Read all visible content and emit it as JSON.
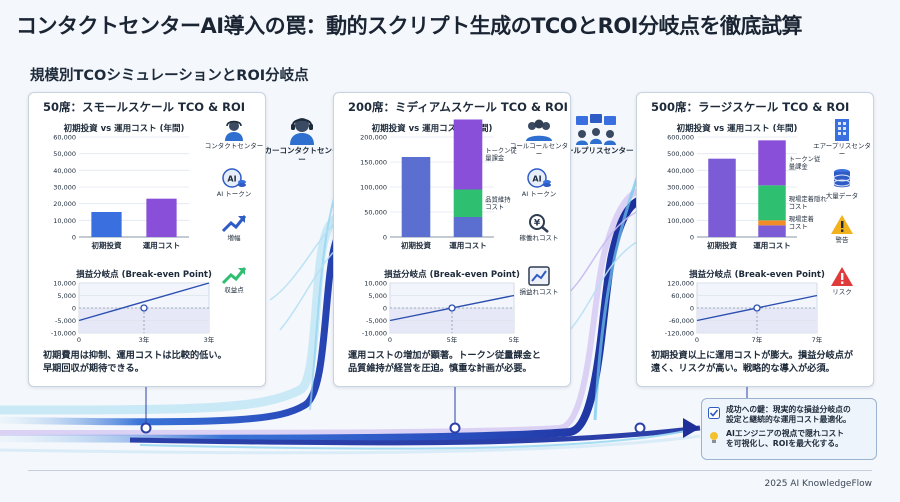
{
  "main_title": "コンタクトセンターAI導入の罠：動的スクリプト生成のTCOとROI分岐点を徹底試算",
  "section_title": "規模別TCOシミュレーションとROI分岐点",
  "colors": {
    "bar_initial": "#3a6fe0",
    "bar_operation": "#8a4fd8",
    "bar_token": "#8a4fd8",
    "bar_quality": "#2fbf71",
    "bar_base": "#5a6fd0",
    "bar_hidden": "#f28c28",
    "bar_market": "#7b5cd6",
    "line": "#2a4fb0",
    "flow_dark": "#1f3fa8",
    "flow_light": "#8fd4f0"
  },
  "floating_icons": [
    {
      "name": "call-center-icon",
      "label": "カーコンタクトセンター"
    },
    {
      "name": "enterprise-icon",
      "label": "エールプリスセンター"
    }
  ],
  "panels": [
    {
      "title": "50席：スモールスケール TCO & ROI",
      "desc": [
        "初期費用は抑制、運用コストは比較的低い。",
        "早期回収が期待できる。"
      ],
      "icons": [
        {
          "name": "headset-agent-icon",
          "label": "コンタクトセンター"
        },
        {
          "name": "ai-token-icon",
          "label": "AI トークン"
        },
        {
          "name": "growth-arrow-icon",
          "label": "増幅"
        },
        {
          "name": "profit-arrow-icon",
          "label": "収益点"
        }
      ]
    },
    {
      "title": "200席：ミディアムスケール TCO & ROI",
      "desc": [
        "運用コストの増加が顕著。トークン従量課金と",
        "品質維持が経営を圧迫。慎重な計画が必要。"
      ],
      "icons": [
        {
          "name": "team-agents-icon",
          "label": "コールコールセンター"
        },
        {
          "name": "ai-token-icon",
          "label": "AI トークン"
        },
        {
          "name": "hidden-cost-icon",
          "label": "稼働れコスト"
        },
        {
          "name": "loss-chart-icon",
          "label": "損益れコスト"
        }
      ]
    },
    {
      "title": "500席：ラージスケール TCO & ROI",
      "desc": [
        "初期投資以上に運用コストが膨大。損益分岐点が",
        "遠く、リスクが高い。戦略的な導入が必須。"
      ],
      "icons": [
        {
          "name": "building-icon",
          "label": "エアープリスセンター"
        },
        {
          "name": "database-icon",
          "label": "大量データ"
        },
        {
          "name": "warning-icon",
          "label": "警告"
        },
        {
          "name": "risk-icon",
          "label": "リスク"
        }
      ]
    }
  ],
  "callout": {
    "line1": "成功への鍵：現実的な損益分岐点の",
    "line2": "設定と継続的な運用コスト最適化。",
    "line3": "AIエンジニアの視点で隠れコスト",
    "line4": "を可視化し、ROIを最大化する。"
  },
  "footer": "2025 AI KnowledgeFlow",
  "chart_data": [
    {
      "type": "bar",
      "title": "初期投資 vs 運用コスト (年間)",
      "categories": [
        "初期投資",
        "運用コスト"
      ],
      "values": [
        15000,
        23000
      ],
      "ylim": [
        0,
        60000
      ],
      "yticks": [
        "0",
        "10,000",
        "20,000",
        "30,000",
        "40,000",
        "50,000",
        "60,000"
      ],
      "grid": true
    },
    {
      "type": "line",
      "title": "損益分岐点 (Break-even Point)",
      "x": [
        0,
        3
      ],
      "y": [
        -5000,
        10000
      ],
      "xlim": [
        0,
        3
      ],
      "ylim": [
        -10000,
        10000
      ],
      "xticks": [
        "0",
        "3年",
        "3年"
      ],
      "yticks": [
        "-10,000",
        "-5,000",
        "0",
        "5,000",
        "10,000"
      ],
      "break_even_x": 1.5,
      "grid": true
    },
    {
      "type": "bar",
      "title": "初期投資 vs 運用コスト (年間)",
      "categories": [
        "初期投資",
        "運用コスト"
      ],
      "series": [
        {
          "values": [
            160000,
            40000
          ],
          "color": "bar_base"
        },
        {
          "label": "品質維持コスト",
          "values": [
            0,
            55000
          ],
          "color": "bar_quality"
        },
        {
          "label": "トークン従量課金",
          "values": [
            0,
            140000
          ],
          "color": "bar_token"
        }
      ],
      "ylim": [
        0,
        200000
      ],
      "yticks": [
        "0",
        "50,000",
        "100,000",
        "150,000",
        "200,000"
      ],
      "grid": true
    },
    {
      "type": "line",
      "title": "損益分岐点 (Break-even Point)",
      "x": [
        0,
        5
      ],
      "y": [
        -5000,
        5000
      ],
      "xlim": [
        0,
        5
      ],
      "ylim": [
        -10000,
        10000
      ],
      "xticks": [
        "0",
        "5年",
        "5年"
      ],
      "yticks": [
        "-10,000",
        "-5,000",
        "0",
        "5,000",
        "10,000"
      ],
      "break_even_x": 2.5,
      "grid": true
    },
    {
      "type": "bar",
      "title": "初期投資 vs 運用コスト (年間)",
      "categories": [
        "初期投資",
        "運用コスト"
      ],
      "series": [
        {
          "values": [
            470000,
            70000
          ],
          "color": "bar_market"
        },
        {
          "label": "現場定着コスト",
          "values": [
            0,
            30000
          ],
          "color": "bar_hidden"
        },
        {
          "label": "現場定着隠れコスト",
          "values": [
            0,
            210000
          ],
          "color": "bar_quality"
        },
        {
          "label": "トークン従量課金",
          "values": [
            0,
            270000
          ],
          "color": "bar_token"
        }
      ],
      "ylim": [
        0,
        600000
      ],
      "yticks": [
        "0",
        "100,000",
        "200,000",
        "300,000",
        "400,000",
        "500,000",
        "600,000"
      ],
      "grid": true
    },
    {
      "type": "line",
      "title": "損益分岐点 (Break-even Point)",
      "x": [
        0,
        7
      ],
      "y": [
        -60000,
        60000
      ],
      "xlim": [
        0,
        7
      ],
      "ylim": [
        -120000,
        120000
      ],
      "xticks": [
        "0",
        "7年",
        "7年"
      ],
      "yticks": [
        "-120,000",
        "-60,000",
        "0",
        "60,000",
        "120,000"
      ],
      "break_even_x": 3.5,
      "grid": true
    }
  ]
}
